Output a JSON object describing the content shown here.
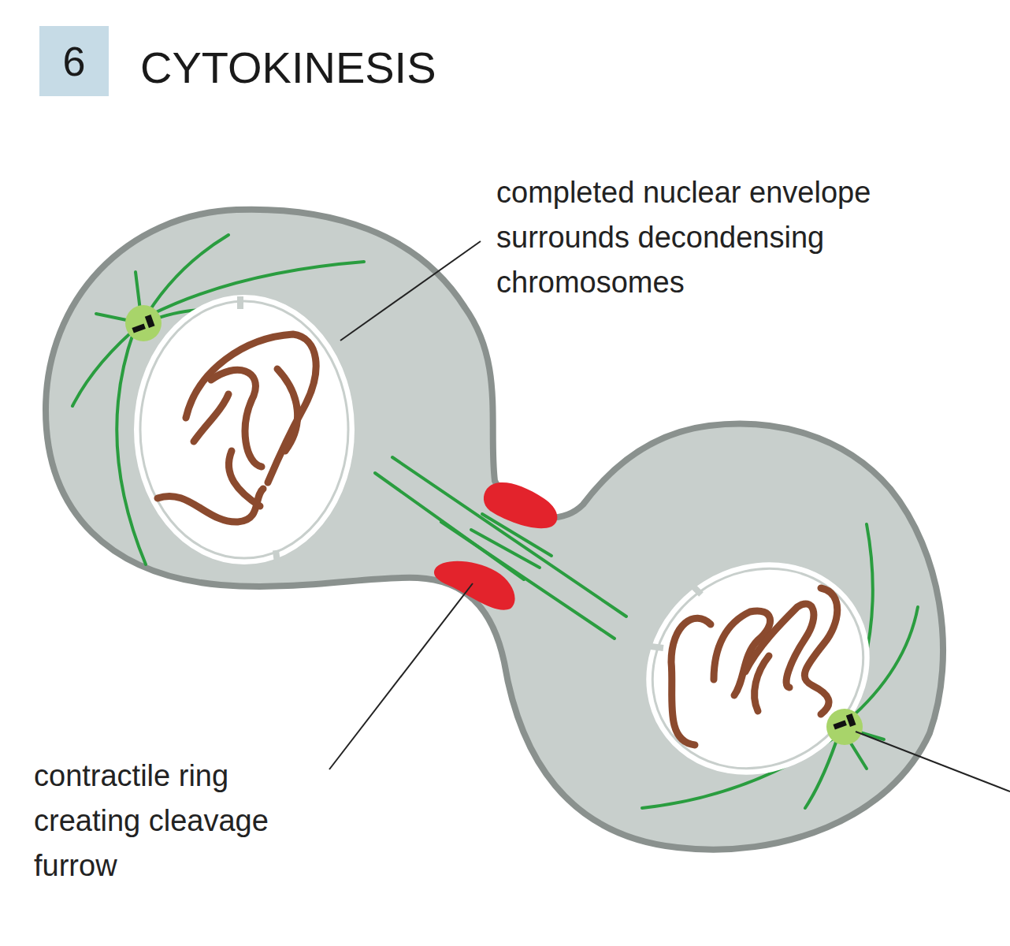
{
  "diagram": {
    "title": "CYTOKINESIS",
    "nodes": [
      {
        "text": [
          "6"
        ]
      }
    ],
    "labels": [
      "completed nuclear envelope surrounds decondensing chromosomes",
      "contractile ring creating cleavage furrow"
    ]
  }
}
